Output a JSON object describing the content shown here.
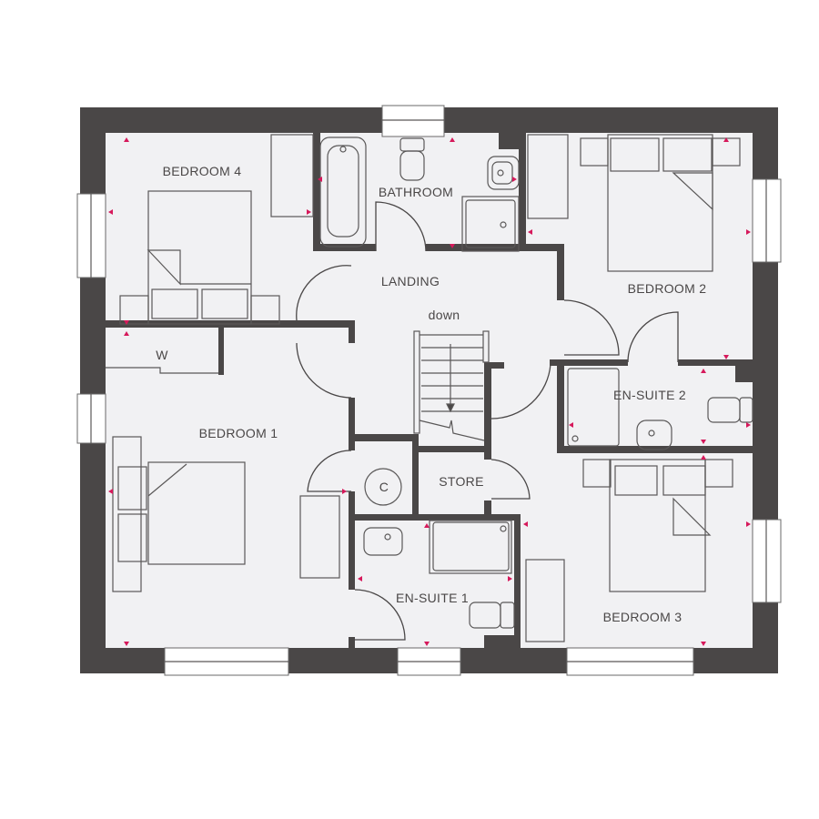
{
  "plan": {
    "rooms": {
      "bedroom4": "BEDROOM 4",
      "bathroom": "BATHROOM",
      "landing": "LANDING",
      "stairs_direction": "down",
      "bedroom2": "BEDROOM 2",
      "wardrobe": "W",
      "bedroom1": "BEDROOM 1",
      "ensuite2": "EN-SUITE 2",
      "cylinder": "C",
      "store": "STORE",
      "ensuite1": "EN-SUITE 1",
      "bedroom3": "BEDROOM 3"
    },
    "colors": {
      "wall": "#4a4747",
      "floor": "#f1f1f3",
      "marker": "#d6195b"
    }
  }
}
